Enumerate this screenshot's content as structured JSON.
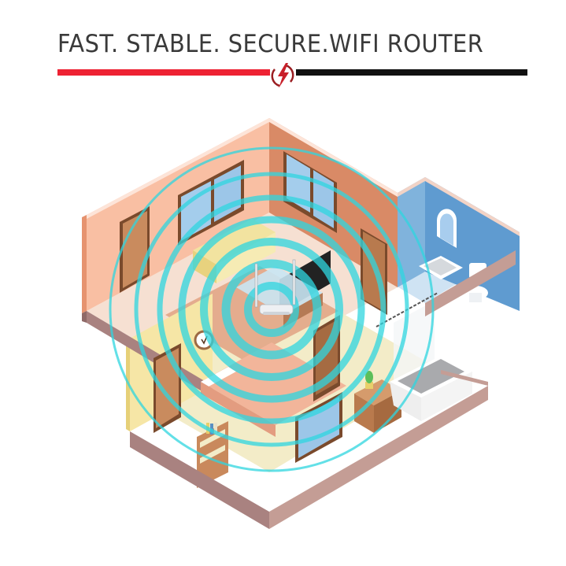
{
  "header": {
    "headline": "FAST. STABLE. SECURE.WIFI ROUTER",
    "divider": {
      "left_color": "#ee2233",
      "right_color": "#111111",
      "badge_icon": "lightning-bolt-icon",
      "badge_color": "#c8202a"
    }
  },
  "illustration": {
    "subject": "isometric house cutaway with wifi router broadcasting signal rings",
    "rooms": [
      "living room",
      "bathroom",
      "bedroom",
      "hallway"
    ],
    "signal_color": "#2fd6e0",
    "ring_count": 7,
    "router": {
      "antennas": 2,
      "color": "#e8eaee"
    }
  }
}
